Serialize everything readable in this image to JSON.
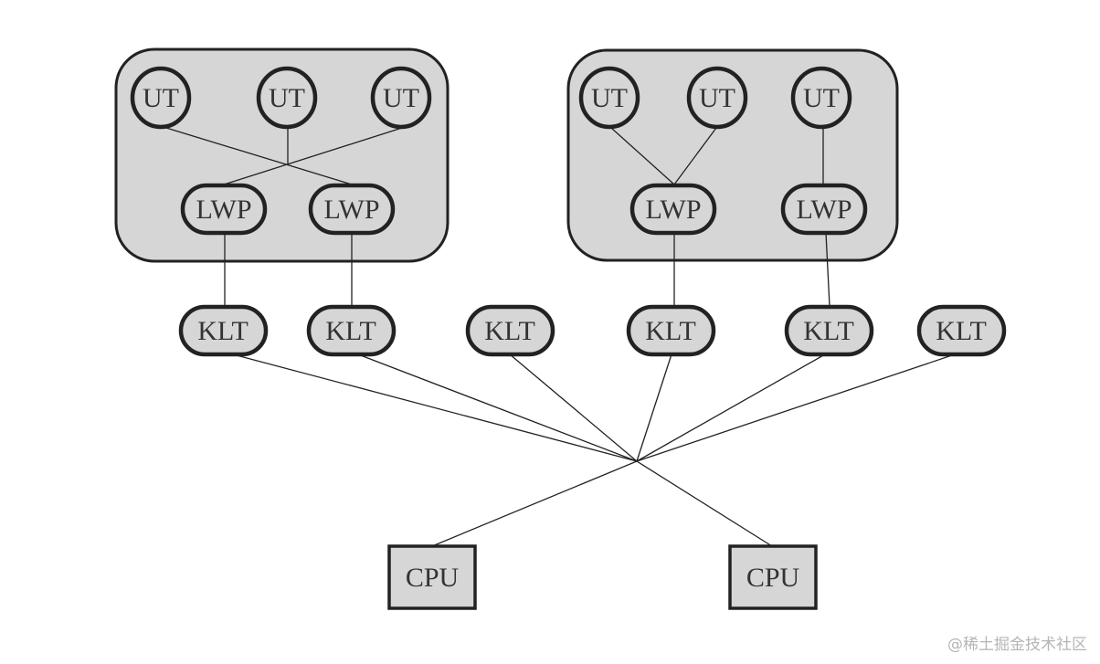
{
  "diagram": {
    "processes": [
      {
        "user_threads": [
          "UT",
          "UT",
          "UT"
        ],
        "lwps": [
          "LWP",
          "LWP"
        ]
      },
      {
        "user_threads": [
          "UT",
          "UT",
          "UT"
        ],
        "lwps": [
          "LWP",
          "LWP"
        ]
      }
    ],
    "kernel_threads": [
      "KLT",
      "KLT",
      "KLT",
      "KLT",
      "KLT",
      "KLT"
    ],
    "cpus": [
      "CPU",
      "CPU"
    ]
  },
  "watermark": "@稀土掘金技术社区",
  "colors": {
    "fill": "#d6d6d6",
    "stroke": "#222222",
    "text": "#333333",
    "background": "#ffffff"
  }
}
